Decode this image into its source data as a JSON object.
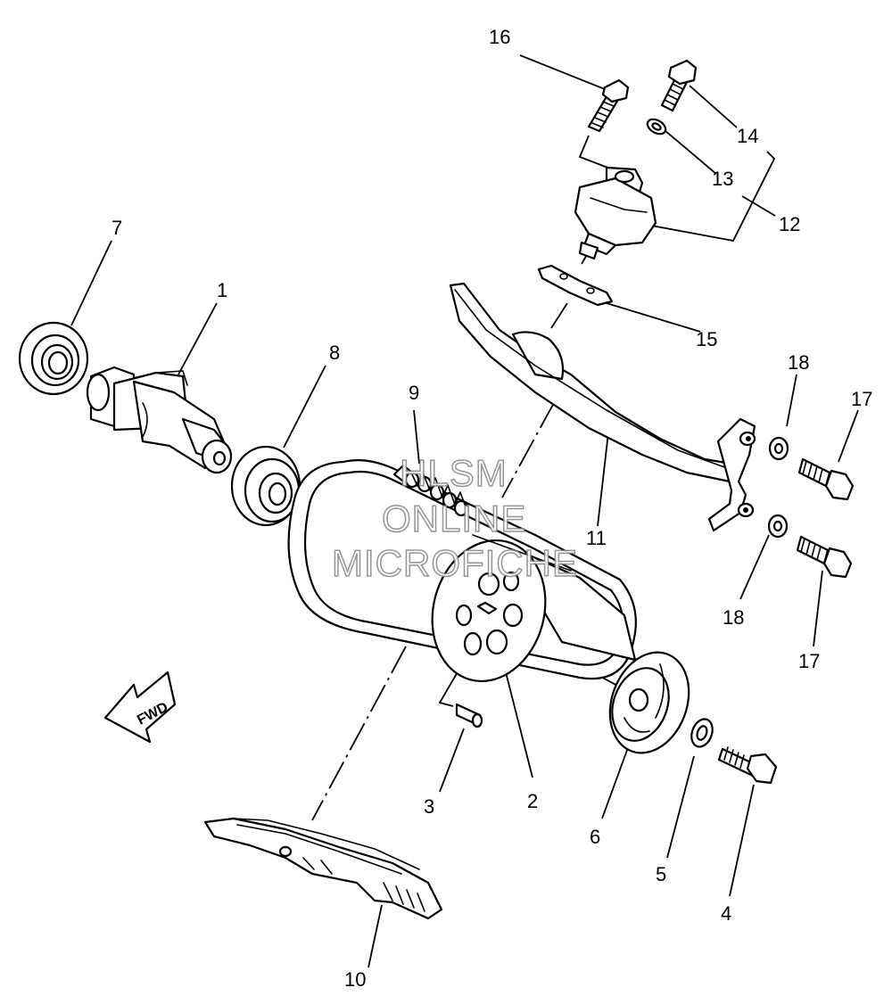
{
  "watermark": {
    "line1": "HLSM",
    "line2": "ONLINE",
    "line3": "MICROFICHE"
  },
  "direction_badge": "FWD",
  "callouts": [
    {
      "id": "1",
      "text": "1"
    },
    {
      "id": "2",
      "text": "2"
    },
    {
      "id": "3",
      "text": "3"
    },
    {
      "id": "4",
      "text": "4"
    },
    {
      "id": "5",
      "text": "5"
    },
    {
      "id": "6",
      "text": "6"
    },
    {
      "id": "7",
      "text": "7"
    },
    {
      "id": "8",
      "text": "8"
    },
    {
      "id": "9",
      "text": "9"
    },
    {
      "id": "10",
      "text": "10"
    },
    {
      "id": "11",
      "text": "11"
    },
    {
      "id": "12",
      "text": "12"
    },
    {
      "id": "13",
      "text": "13"
    },
    {
      "id": "14",
      "text": "14"
    },
    {
      "id": "15",
      "text": "15"
    },
    {
      "id": "16",
      "text": "16"
    },
    {
      "id": "17a",
      "text": "17"
    },
    {
      "id": "17b",
      "text": "17"
    },
    {
      "id": "18a",
      "text": "18"
    },
    {
      "id": "18b",
      "text": "18"
    }
  ]
}
